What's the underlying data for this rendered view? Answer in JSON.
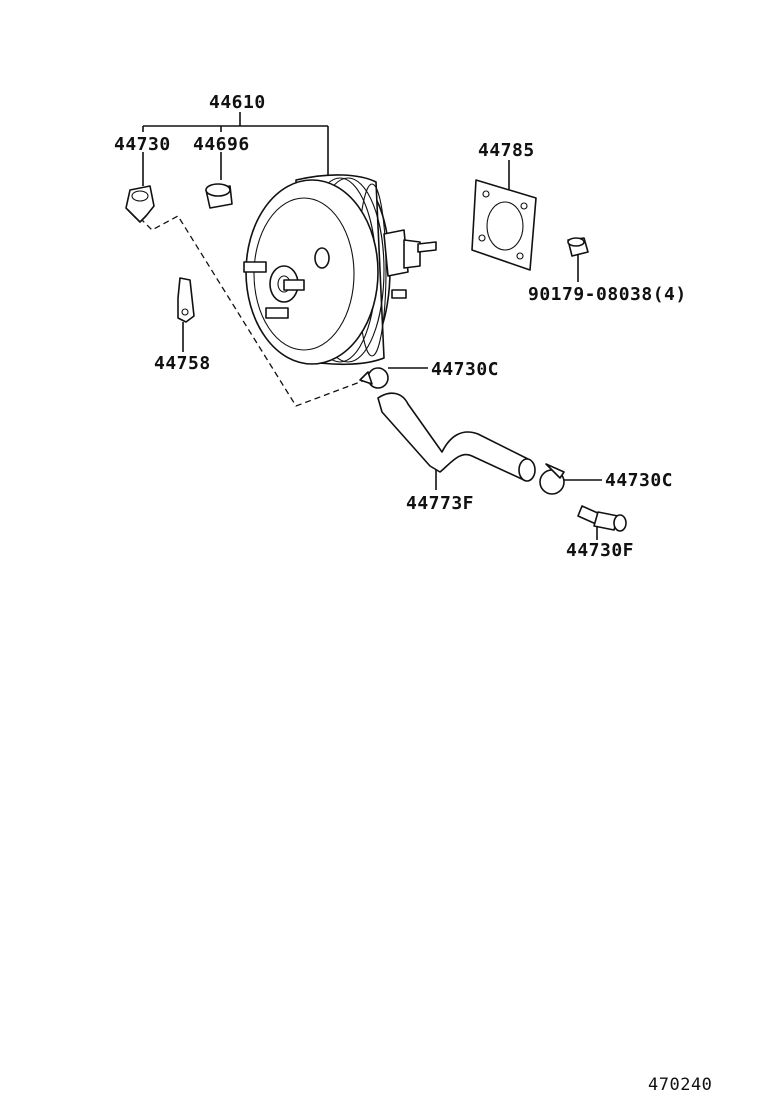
{
  "callouts": {
    "booster_assy": "44610",
    "check_valve": "44730",
    "grommet": "44696",
    "gasket": "44785",
    "nut": "90179-08038(4)",
    "bracket": "44758",
    "clamp_upper": "44730C",
    "vacuum_hose": "44773F",
    "clamp_lower": "44730C",
    "union": "44730F"
  },
  "figure_number": "470240"
}
